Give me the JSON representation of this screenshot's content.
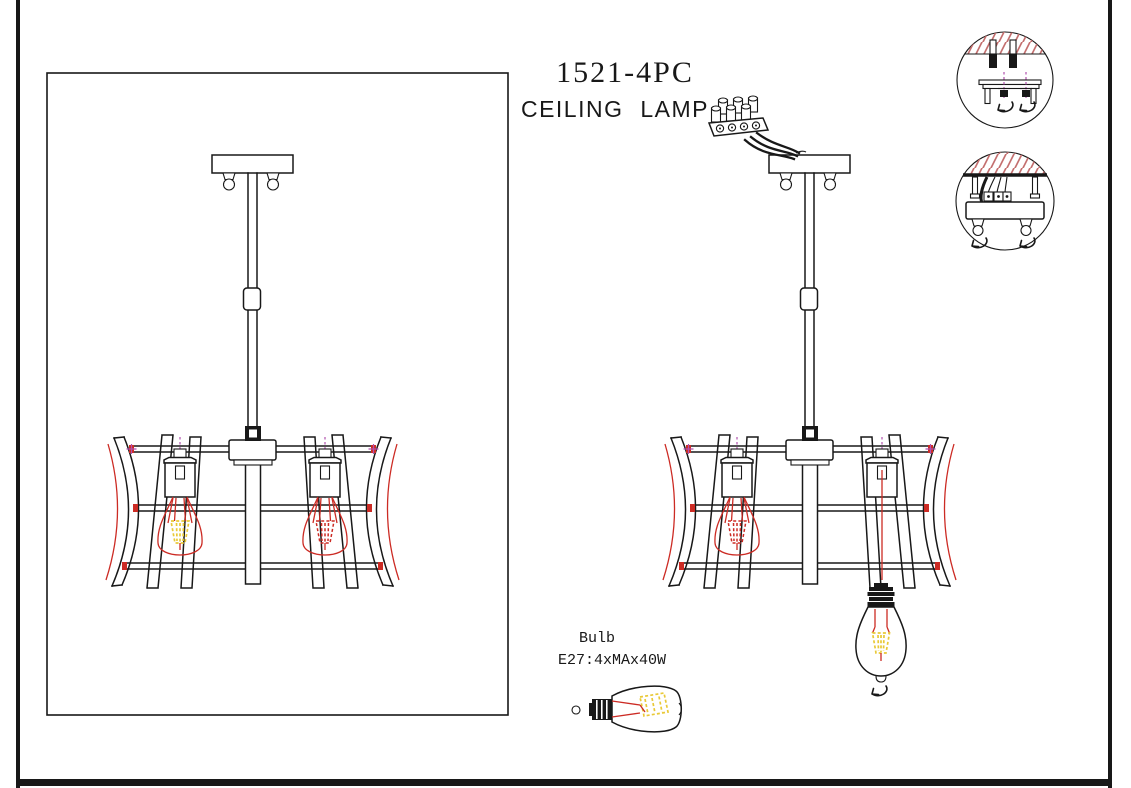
{
  "header": {
    "model": "1521-4PC",
    "product": "CEILING LAMP"
  },
  "bulb_info": {
    "label": "Bulb",
    "spec": "E27:4xMAx40W"
  },
  "figures": {
    "left": "assembled-ceiling-lamp-front-view",
    "right": "installation-view-with-terminal-block-and-spare-bulb",
    "detail_top_circle": "ceiling-anchor-bolts-and-bracket-detail",
    "detail_bottom_circle": "canopy-wiring-and-terminal-detail"
  },
  "colors": {
    "outline": "#181818",
    "accent_red": "#cc2b24",
    "hatch_red": "#c4706f",
    "filament_yellow": "#e9c937",
    "mark_magenta": "#b052ae",
    "paper": "#ffffff"
  }
}
